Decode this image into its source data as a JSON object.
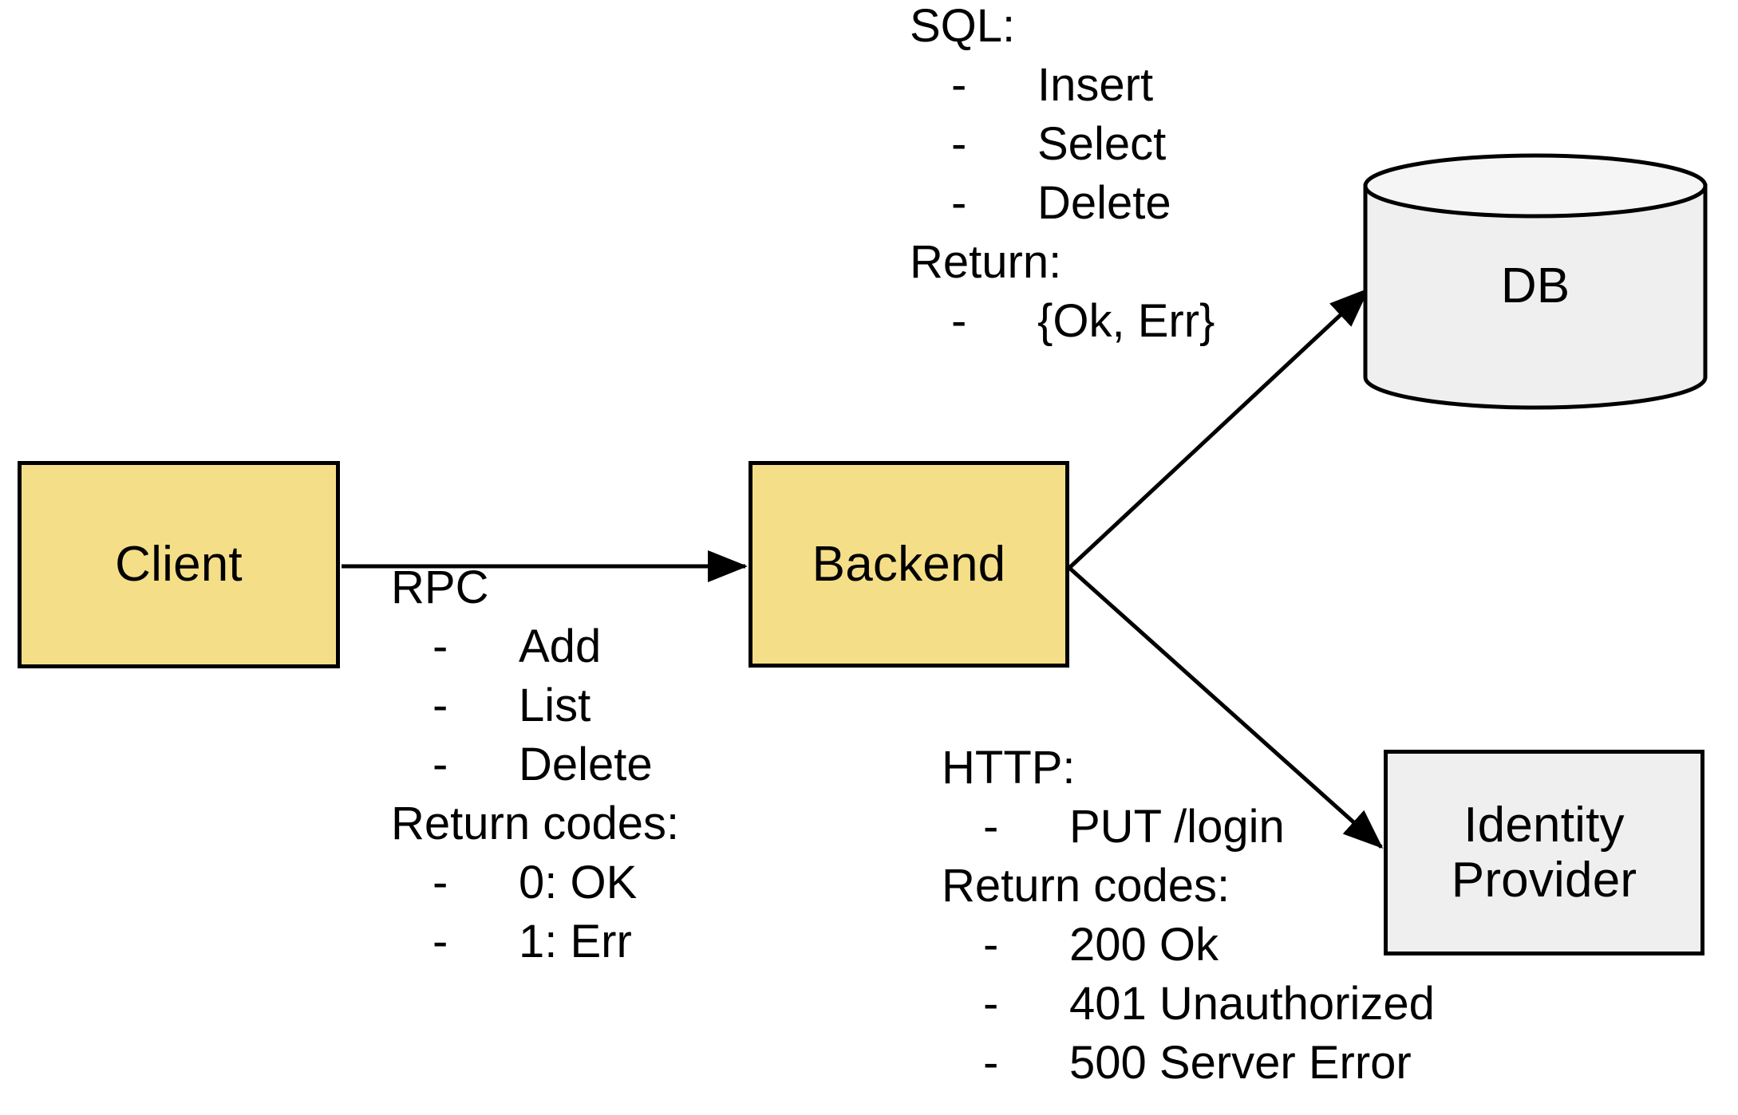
{
  "diagram": {
    "type": "architecture-flow",
    "background_color": "#FFFFFF",
    "nodes": [
      {
        "id": "client",
        "label": "Client",
        "shape": "rectangle",
        "fill": "#F5DE88",
        "stroke": "#000000"
      },
      {
        "id": "backend",
        "label": "Backend",
        "shape": "rectangle",
        "fill": "#F5DE88",
        "stroke": "#000000"
      },
      {
        "id": "db",
        "label": "DB",
        "shape": "cylinder",
        "fill": "#EFEFEF",
        "stroke": "#000000"
      },
      {
        "id": "idp",
        "label": "Identity\nProvider",
        "shape": "rectangle",
        "fill": "#EFEFEF",
        "stroke": "#000000"
      }
    ],
    "edges": [
      {
        "id": "client-to-backend",
        "from": "client",
        "to": "backend",
        "label_group": "rpc",
        "arrowhead": "filled"
      },
      {
        "id": "backend-to-db",
        "from": "backend",
        "to": "db",
        "label_group": "sql",
        "arrowhead": "filled"
      },
      {
        "id": "backend-to-idp",
        "from": "backend",
        "to": "idp",
        "label_group": "http",
        "arrowhead": "filled"
      }
    ]
  },
  "annotations": {
    "sql": {
      "heading": "SQL:",
      "items": [
        "Insert",
        "Select",
        "Delete"
      ],
      "sub_heading": "Return:",
      "sub_items": [
        "{Ok, Err}"
      ],
      "bullet": "-"
    },
    "rpc": {
      "heading": "RPC",
      "items": [
        "Add",
        "List",
        "Delete"
      ],
      "sub_heading": "Return codes:",
      "sub_items": [
        "0: OK",
        "1: Err"
      ],
      "bullet": "-"
    },
    "http": {
      "heading": "HTTP:",
      "items": [
        "PUT /login"
      ],
      "sub_heading": "Return codes:",
      "sub_items": [
        "200 Ok",
        "401 Unauthorized",
        "500 Server Error"
      ],
      "bullet": "-"
    }
  },
  "nodes": {
    "client": {
      "label": "Client"
    },
    "backend": {
      "label": "Backend"
    },
    "db": {
      "label": "DB"
    },
    "idp": {
      "label": "Identity\nProvider"
    }
  }
}
